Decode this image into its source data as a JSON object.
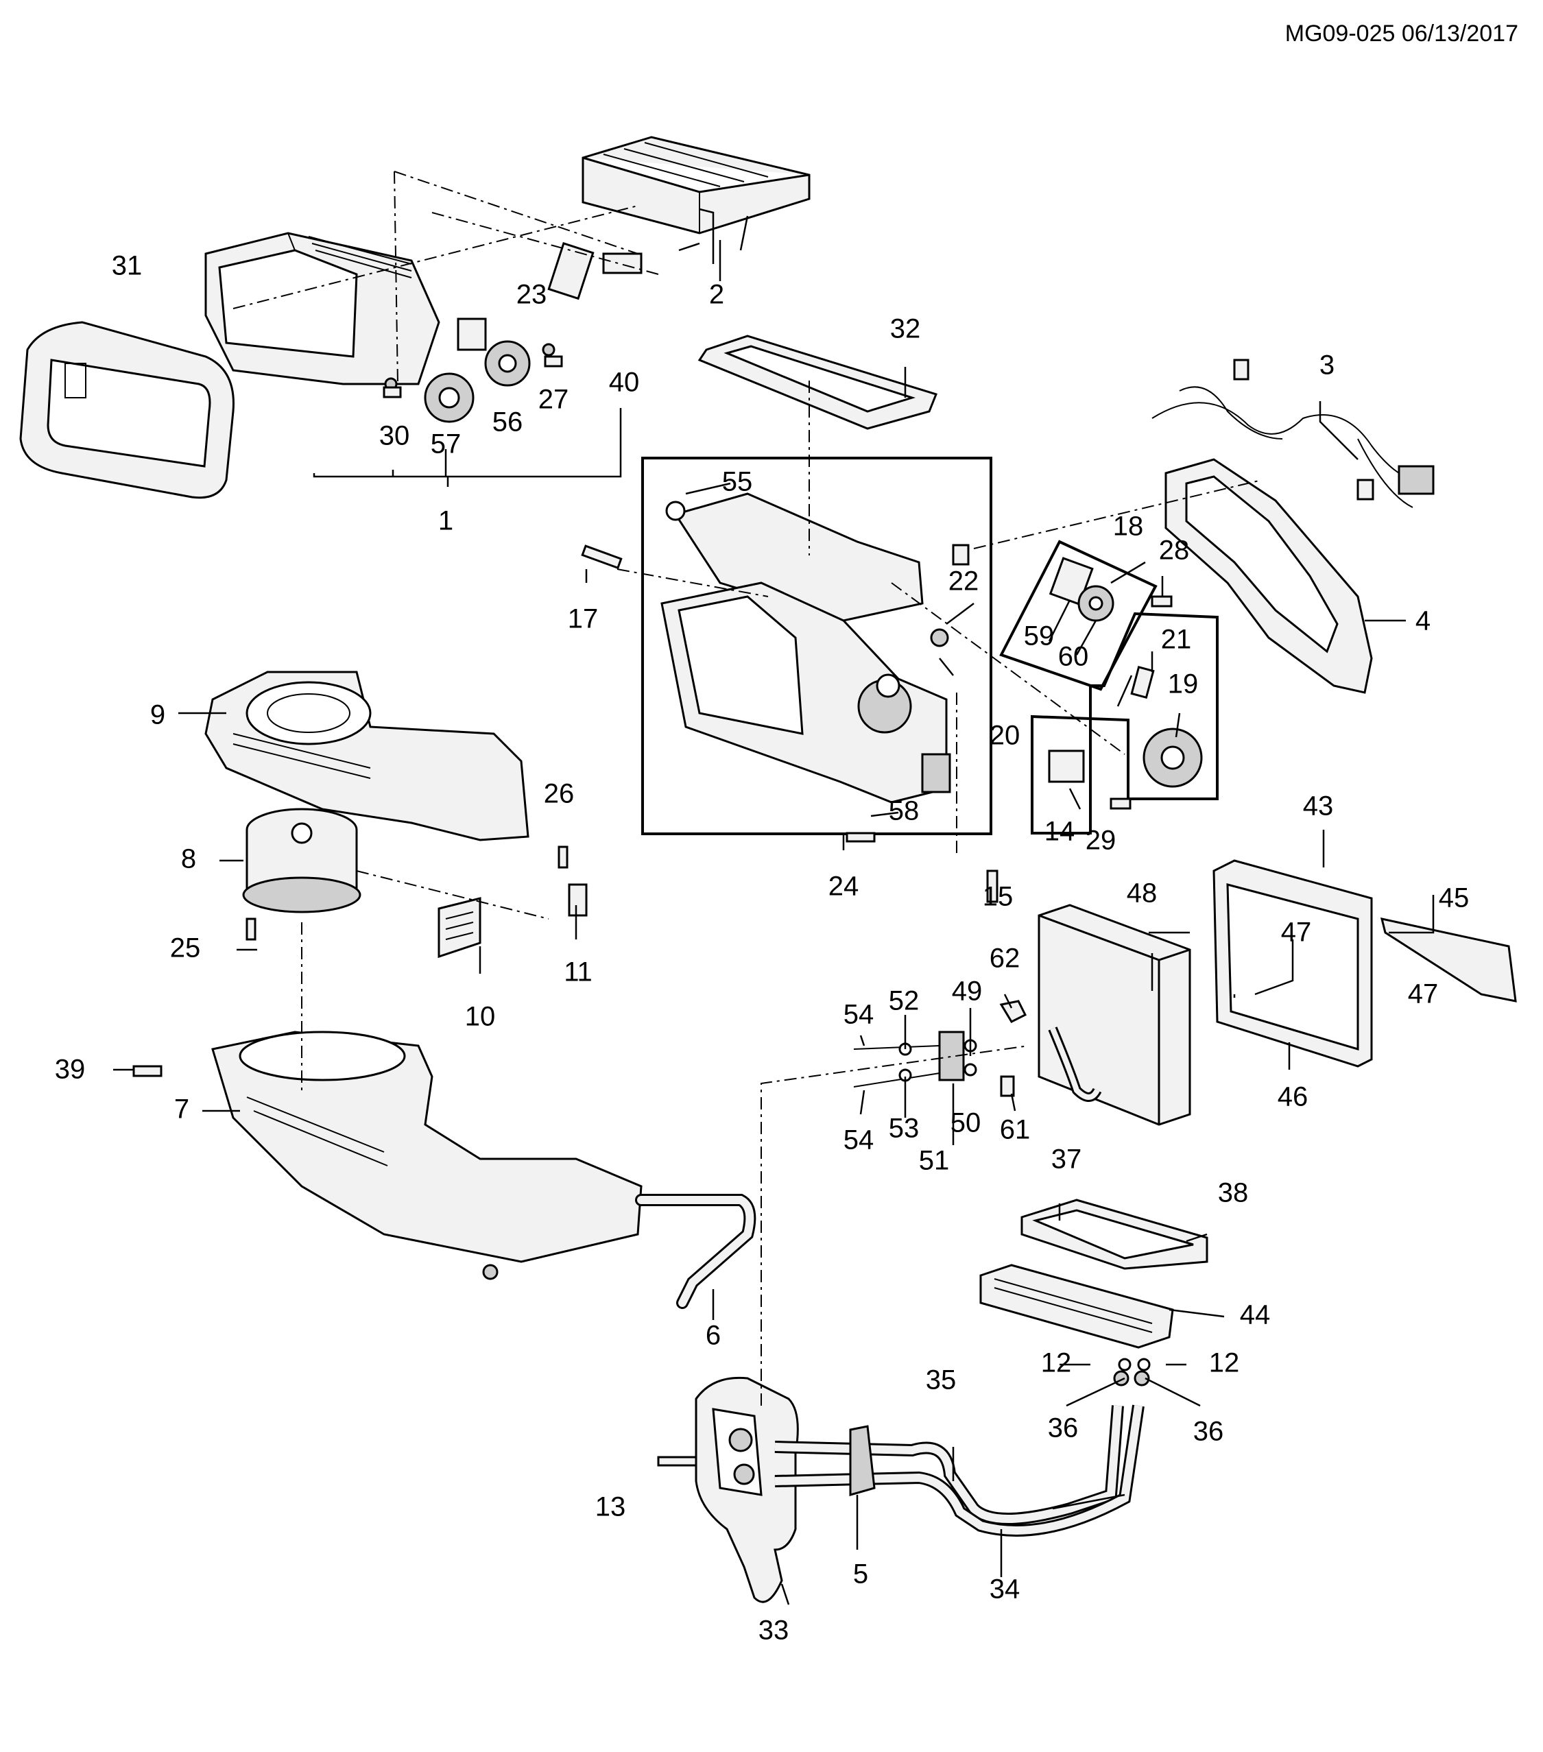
{
  "document": {
    "id": "MG09-025 06/13/2017"
  },
  "callouts": [
    {
      "id": "1",
      "label": "1"
    },
    {
      "id": "2",
      "label": "2"
    },
    {
      "id": "3",
      "label": "3"
    },
    {
      "id": "4",
      "label": "4"
    },
    {
      "id": "5",
      "label": "5"
    },
    {
      "id": "6",
      "label": "6"
    },
    {
      "id": "7",
      "label": "7"
    },
    {
      "id": "8",
      "label": "8"
    },
    {
      "id": "9",
      "label": "9"
    },
    {
      "id": "10",
      "label": "10"
    },
    {
      "id": "11",
      "label": "11"
    },
    {
      "id": "12a",
      "label": "12"
    },
    {
      "id": "12b",
      "label": "12"
    },
    {
      "id": "13",
      "label": "13"
    },
    {
      "id": "14",
      "label": "14"
    },
    {
      "id": "15",
      "label": "15"
    },
    {
      "id": "17",
      "label": "17"
    },
    {
      "id": "18",
      "label": "18"
    },
    {
      "id": "19",
      "label": "19"
    },
    {
      "id": "20",
      "label": "20"
    },
    {
      "id": "21",
      "label": "21"
    },
    {
      "id": "22",
      "label": "22"
    },
    {
      "id": "23",
      "label": "23"
    },
    {
      "id": "24",
      "label": "24"
    },
    {
      "id": "25",
      "label": "25"
    },
    {
      "id": "26",
      "label": "26"
    },
    {
      "id": "27",
      "label": "27"
    },
    {
      "id": "28",
      "label": "28"
    },
    {
      "id": "29",
      "label": "29"
    },
    {
      "id": "30",
      "label": "30"
    },
    {
      "id": "31",
      "label": "31"
    },
    {
      "id": "32",
      "label": "32"
    },
    {
      "id": "33",
      "label": "33"
    },
    {
      "id": "34",
      "label": "34"
    },
    {
      "id": "35",
      "label": "35"
    },
    {
      "id": "36a",
      "label": "36"
    },
    {
      "id": "36b",
      "label": "36"
    },
    {
      "id": "37",
      "label": "37"
    },
    {
      "id": "38",
      "label": "38"
    },
    {
      "id": "39",
      "label": "39"
    },
    {
      "id": "40",
      "label": "40"
    },
    {
      "id": "43",
      "label": "43"
    },
    {
      "id": "44",
      "label": "44"
    },
    {
      "id": "45",
      "label": "45"
    },
    {
      "id": "46",
      "label": "46"
    },
    {
      "id": "47a",
      "label": "47"
    },
    {
      "id": "47b",
      "label": "47"
    },
    {
      "id": "48",
      "label": "48"
    },
    {
      "id": "49",
      "label": "49"
    },
    {
      "id": "50",
      "label": "50"
    },
    {
      "id": "51",
      "label": "51"
    },
    {
      "id": "52",
      "label": "52"
    },
    {
      "id": "53",
      "label": "53"
    },
    {
      "id": "54a",
      "label": "54"
    },
    {
      "id": "54b",
      "label": "54"
    },
    {
      "id": "55",
      "label": "55"
    },
    {
      "id": "56",
      "label": "56"
    },
    {
      "id": "57",
      "label": "57"
    },
    {
      "id": "58",
      "label": "58"
    },
    {
      "id": "59",
      "label": "59"
    },
    {
      "id": "60",
      "label": "60"
    },
    {
      "id": "61",
      "label": "61"
    },
    {
      "id": "62",
      "label": "62"
    }
  ]
}
